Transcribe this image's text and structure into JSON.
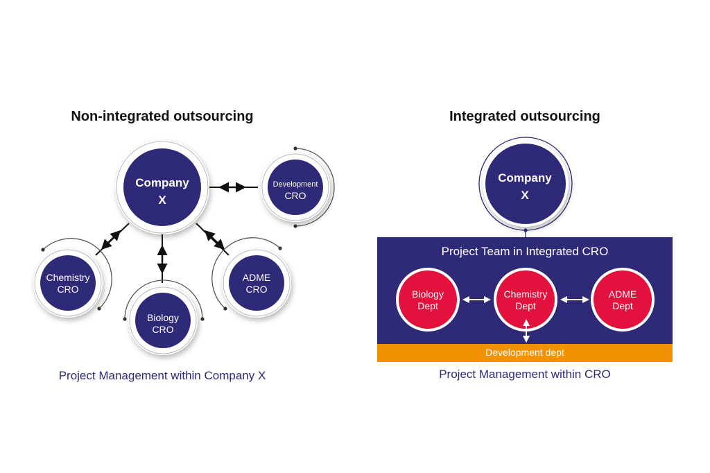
{
  "colors": {
    "navy": "#2e2a78",
    "red": "#e2113e",
    "orange": "#f39200",
    "text_dark": "#111111",
    "white": "#ffffff"
  },
  "left": {
    "title": "Non-integrated outsourcing",
    "caption": "Project Management within Company X",
    "company": {
      "line1": "Company",
      "line2": "X"
    },
    "development": {
      "line1": "Development",
      "line2": "CRO"
    },
    "chemistry": {
      "line1": "Chemistry",
      "line2": "CRO"
    },
    "biology": {
      "line1": "Biology",
      "line2": "CRO"
    },
    "adme": {
      "line1": "ADME",
      "line2": "CRO"
    }
  },
  "right": {
    "title": "Integrated outsourcing",
    "caption": "Project Management within CRO",
    "company": {
      "line1": "Company",
      "line2": "X"
    },
    "team_title": "Project Team in Integrated CRO",
    "biology": {
      "line1": "Biology",
      "line2": "Dept"
    },
    "chemistry": {
      "line1": "Chemistry",
      "line2": "Dept"
    },
    "adme": {
      "line1": "ADME",
      "line2": "Dept"
    },
    "development": "Development dept"
  }
}
